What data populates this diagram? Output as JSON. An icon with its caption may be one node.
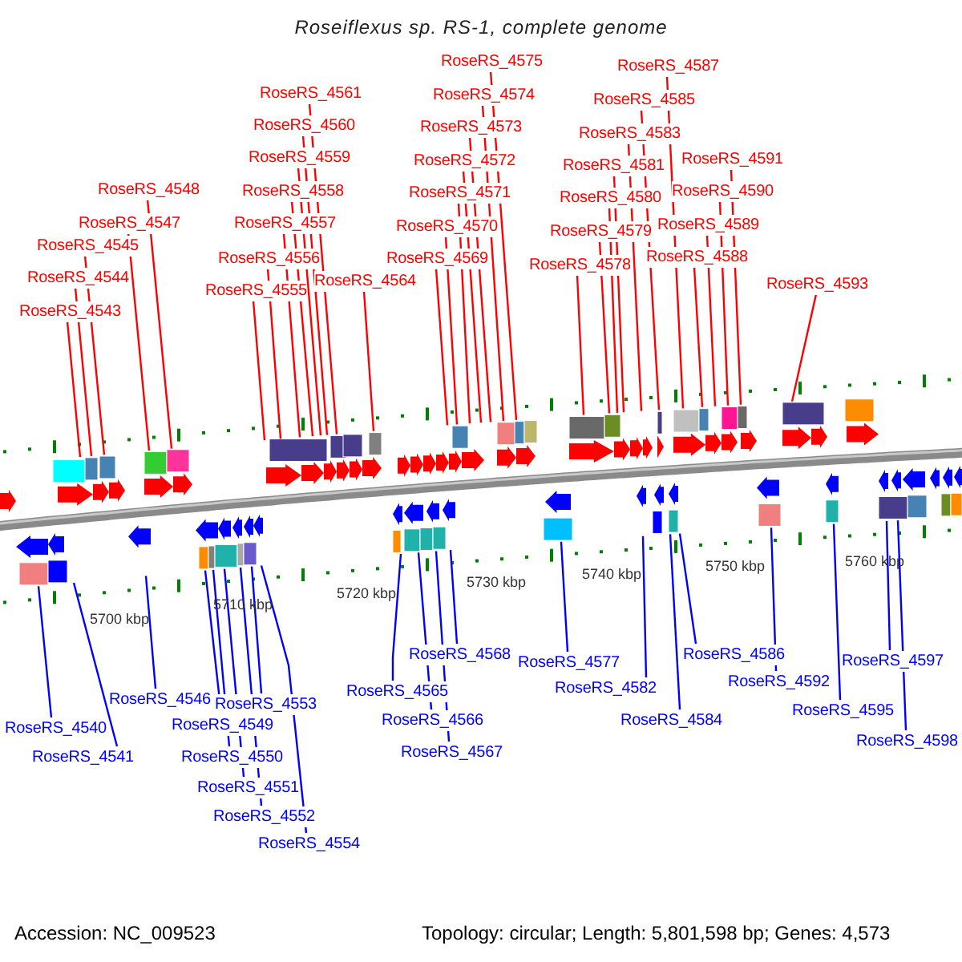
{
  "diagram": {
    "title": "Roseiflexus sp. RS-1, complete genome",
    "nodes": [
      {
        "text": [
          "RoseRS_4540"
        ]
      },
      {
        "text": [
          "RoseRS_4541"
        ]
      },
      {
        "text": [
          "RoseRS_4543"
        ]
      },
      {
        "text": [
          "RoseRS_4544"
        ]
      },
      {
        "text": [
          "RoseRS_4545"
        ]
      },
      {
        "text": [
          "RoseRS_4546"
        ]
      },
      {
        "text": [
          "RoseRS_4547"
        ]
      },
      {
        "text": [
          "RoseRS_4548"
        ]
      },
      {
        "text": [
          "RoseRS_4549"
        ]
      },
      {
        "text": [
          "RoseRS_4550"
        ]
      },
      {
        "text": [
          "RoseRS_4551"
        ]
      },
      {
        "text": [
          "RoseRS_4552"
        ]
      },
      {
        "text": [
          "RoseRS_4553"
        ]
      },
      {
        "text": [
          "RoseRS_4554"
        ]
      },
      {
        "text": [
          "RoseRS_4555"
        ]
      },
      {
        "text": [
          "RoseRS_4556"
        ]
      },
      {
        "text": [
          "RoseRS_4557"
        ]
      },
      {
        "text": [
          "RoseRS_4558"
        ]
      },
      {
        "text": [
          "RoseRS_4559"
        ]
      },
      {
        "text": [
          "RoseRS_4560"
        ]
      },
      {
        "text": [
          "RoseRS_4561"
        ]
      },
      {
        "text": [
          "RoseRS_4564"
        ]
      },
      {
        "text": [
          "RoseRS_4565"
        ]
      },
      {
        "text": [
          "RoseRS_4566"
        ]
      },
      {
        "text": [
          "RoseRS_4567"
        ]
      },
      {
        "text": [
          "RoseRS_4568"
        ]
      },
      {
        "text": [
          "RoseRS_4569"
        ]
      },
      {
        "text": [
          "RoseRS_4570"
        ]
      },
      {
        "text": [
          "RoseRS_4571"
        ]
      },
      {
        "text": [
          "RoseRS_4572"
        ]
      },
      {
        "text": [
          "RoseRS_4573"
        ]
      },
      {
        "text": [
          "RoseRS_4574"
        ]
      },
      {
        "text": [
          "RoseRS_4575"
        ]
      },
      {
        "text": [
          "RoseRS_4577"
        ]
      },
      {
        "text": [
          "RoseRS_4578"
        ]
      },
      {
        "text": [
          "RoseRS_4579"
        ]
      },
      {
        "text": [
          "RoseRS_4580"
        ]
      },
      {
        "text": [
          "RoseRS_4581"
        ]
      },
      {
        "text": [
          "RoseRS_4582"
        ]
      },
      {
        "text": [
          "RoseRS_4583"
        ]
      },
      {
        "text": [
          "RoseRS_4584"
        ]
      },
      {
        "text": [
          "RoseRS_4585"
        ]
      },
      {
        "text": [
          "RoseRS_4586"
        ]
      },
      {
        "text": [
          "RoseRS_4587"
        ]
      },
      {
        "text": [
          "RoseRS_4588"
        ]
      },
      {
        "text": [
          "RoseRS_4589"
        ]
      },
      {
        "text": [
          "RoseRS_4590"
        ]
      },
      {
        "text": [
          "RoseRS_4591"
        ]
      },
      {
        "text": [
          "RoseRS_4592"
        ]
      },
      {
        "text": [
          "RoseRS_4593"
        ]
      },
      {
        "text": [
          "RoseRS_4595"
        ]
      },
      {
        "text": [
          "RoseRS_4597"
        ]
      },
      {
        "text": [
          "RoseRS_4598"
        ]
      }
    ],
    "edges": [
      {
        "from": 0,
        "to": null,
        "arrow": "none",
        "color": "#0000ff"
      },
      {
        "from": 1,
        "to": null,
        "arrow": "none",
        "color": "#0000ff"
      },
      {
        "from": 2,
        "to": null,
        "arrow": "none"
      },
      {
        "from": 3,
        "to": null,
        "arrow": "none"
      },
      {
        "from": 4,
        "to": null,
        "arrow": "none"
      },
      {
        "from": 5,
        "to": null,
        "arrow": "none",
        "color": "#0000ff"
      },
      {
        "from": 6,
        "to": null,
        "arrow": "none"
      },
      {
        "from": 7,
        "to": null,
        "arrow": "none"
      },
      {
        "from": 8,
        "to": null,
        "arrow": "none",
        "color": "#0000ff"
      },
      {
        "from": 9,
        "to": null,
        "arrow": "none",
        "color": "#0000ff"
      },
      {
        "from": 10,
        "to": null,
        "arrow": "none",
        "color": "#0000ff"
      },
      {
        "from": 11,
        "to": null,
        "arrow": "none",
        "color": "#0000ff"
      },
      {
        "from": 12,
        "to": null,
        "arrow": "none",
        "color": "#0000ff"
      },
      {
        "from": 13,
        "to": null,
        "arrow": "none",
        "color": "#0000ff"
      },
      {
        "from": 14,
        "to": null,
        "arrow": "none"
      },
      {
        "from": 15,
        "to": null,
        "arrow": "none"
      },
      {
        "from": 16,
        "to": null,
        "arrow": "none"
      },
      {
        "from": 17,
        "to": null,
        "arrow": "none"
      },
      {
        "from": 18,
        "to": null,
        "arrow": "none"
      },
      {
        "from": 19,
        "to": null,
        "arrow": "none"
      },
      {
        "from": 20,
        "to": null,
        "arrow": "none"
      },
      {
        "from": 21,
        "to": null,
        "arrow": "none"
      },
      {
        "from": 22,
        "to": null,
        "arrow": "none",
        "color": "#0000ff"
      },
      {
        "from": 23,
        "to": null,
        "arrow": "none",
        "color": "#0000ff"
      },
      {
        "from": 24,
        "to": null,
        "arrow": "none",
        "color": "#0000ff"
      },
      {
        "from": 25,
        "to": null,
        "arrow": "none",
        "color": "#0000ff"
      },
      {
        "from": 26,
        "to": null,
        "arrow": "none"
      },
      {
        "from": 27,
        "to": null,
        "arrow": "none"
      },
      {
        "from": 28,
        "to": null,
        "arrow": "none"
      },
      {
        "from": 29,
        "to": null,
        "arrow": "none"
      },
      {
        "from": 30,
        "to": null,
        "arrow": "none"
      },
      {
        "from": 31,
        "to": null,
        "arrow": "none"
      },
      {
        "from": 32,
        "to": null,
        "arrow": "none"
      },
      {
        "from": 33,
        "to": null,
        "arrow": "none",
        "color": "#0000ff"
      },
      {
        "from": 34,
        "to": null,
        "arrow": "none"
      },
      {
        "from": 35,
        "to": null,
        "arrow": "none"
      },
      {
        "from": 36,
        "to": null,
        "arrow": "none"
      },
      {
        "from": 37,
        "to": null,
        "arrow": "none"
      },
      {
        "from": 38,
        "to": null,
        "arrow": "none",
        "color": "#0000ff"
      },
      {
        "from": 39,
        "to": null,
        "arrow": "none"
      },
      {
        "from": 40,
        "to": null,
        "arrow": "none",
        "color": "#0000ff"
      },
      {
        "from": 41,
        "to": null,
        "arrow": "none"
      },
      {
        "from": 42,
        "to": null,
        "arrow": "none",
        "color": "#0000ff"
      },
      {
        "from": 43,
        "to": null,
        "arrow": "none"
      },
      {
        "from": 44,
        "to": null,
        "arrow": "none"
      },
      {
        "from": 45,
        "to": null,
        "arrow": "none"
      },
      {
        "from": 46,
        "to": null,
        "arrow": "none"
      },
      {
        "from": 47,
        "to": null,
        "arrow": "none"
      },
      {
        "from": 48,
        "to": null,
        "arrow": "none",
        "color": "#0000ff"
      },
      {
        "from": 49,
        "to": null,
        "arrow": "none"
      },
      {
        "from": 50,
        "to": null,
        "arrow": "none",
        "color": "#0000ff"
      },
      {
        "from": 51,
        "to": null,
        "arrow": "none",
        "color": "#0000ff"
      },
      {
        "from": 52,
        "to": null,
        "arrow": "none",
        "color": "#0000ff"
      }
    ],
    "labels": [
      "5700 kbp",
      "5710 kbp",
      "5720 kbp",
      "5730 kbp",
      "5740 kbp",
      "5750 kbp",
      "5760 kbp",
      "Accession: NC_009523",
      "Topology: circular; Length: 5,801,598 bp; Genes: 4,573"
    ]
  }
}
